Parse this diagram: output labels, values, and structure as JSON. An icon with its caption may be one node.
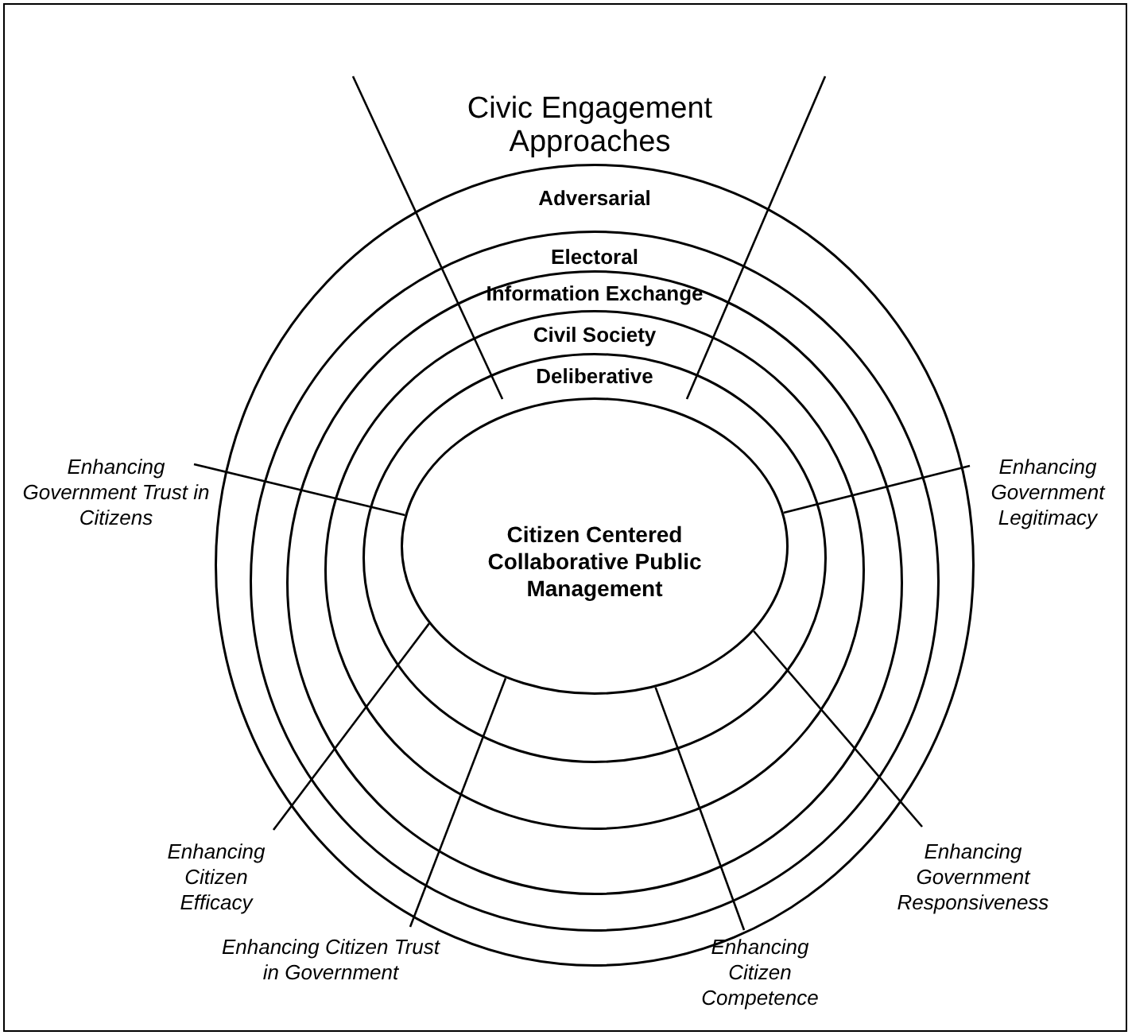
{
  "diagram": {
    "title": "Civic Engagement Approaches",
    "nodes": [
      {
        "text": [
          "Adversarial"
        ]
      },
      {
        "text": [
          "Electoral"
        ],
        "in": 0
      },
      {
        "text": [
          "Information Exchange"
        ],
        "in": 1
      },
      {
        "text": [
          "Civil Society"
        ],
        "in": 2
      },
      {
        "text": [
          "Deliberative"
        ],
        "in": 3
      },
      {
        "text": [
          "Citizen Centered Collaborative Public Management"
        ],
        "in": 4
      },
      {
        "text": [
          "Enhancing Government Trust in Citizens"
        ]
      },
      {
        "text": [
          "Enhancing Government Legitimacy"
        ]
      },
      {
        "text": [
          "Enhancing Citizen Efficacy"
        ]
      },
      {
        "text": [
          "Enhancing Government Responsiveness"
        ]
      },
      {
        "text": [
          "Enhancing Citizen Trust in Government"
        ]
      },
      {
        "text": [
          "Enhancing Citizen Competence"
        ]
      }
    ],
    "edges": [
      {
        "from": 6,
        "to": 5,
        "arrow": "none"
      },
      {
        "from": 7,
        "to": 5,
        "arrow": "none"
      },
      {
        "from": 8,
        "to": 5,
        "arrow": "none"
      },
      {
        "from": 9,
        "to": 5,
        "arrow": "none"
      },
      {
        "from": 10,
        "to": 5,
        "arrow": "none"
      },
      {
        "from": 11,
        "to": 5,
        "arrow": "none"
      }
    ]
  }
}
